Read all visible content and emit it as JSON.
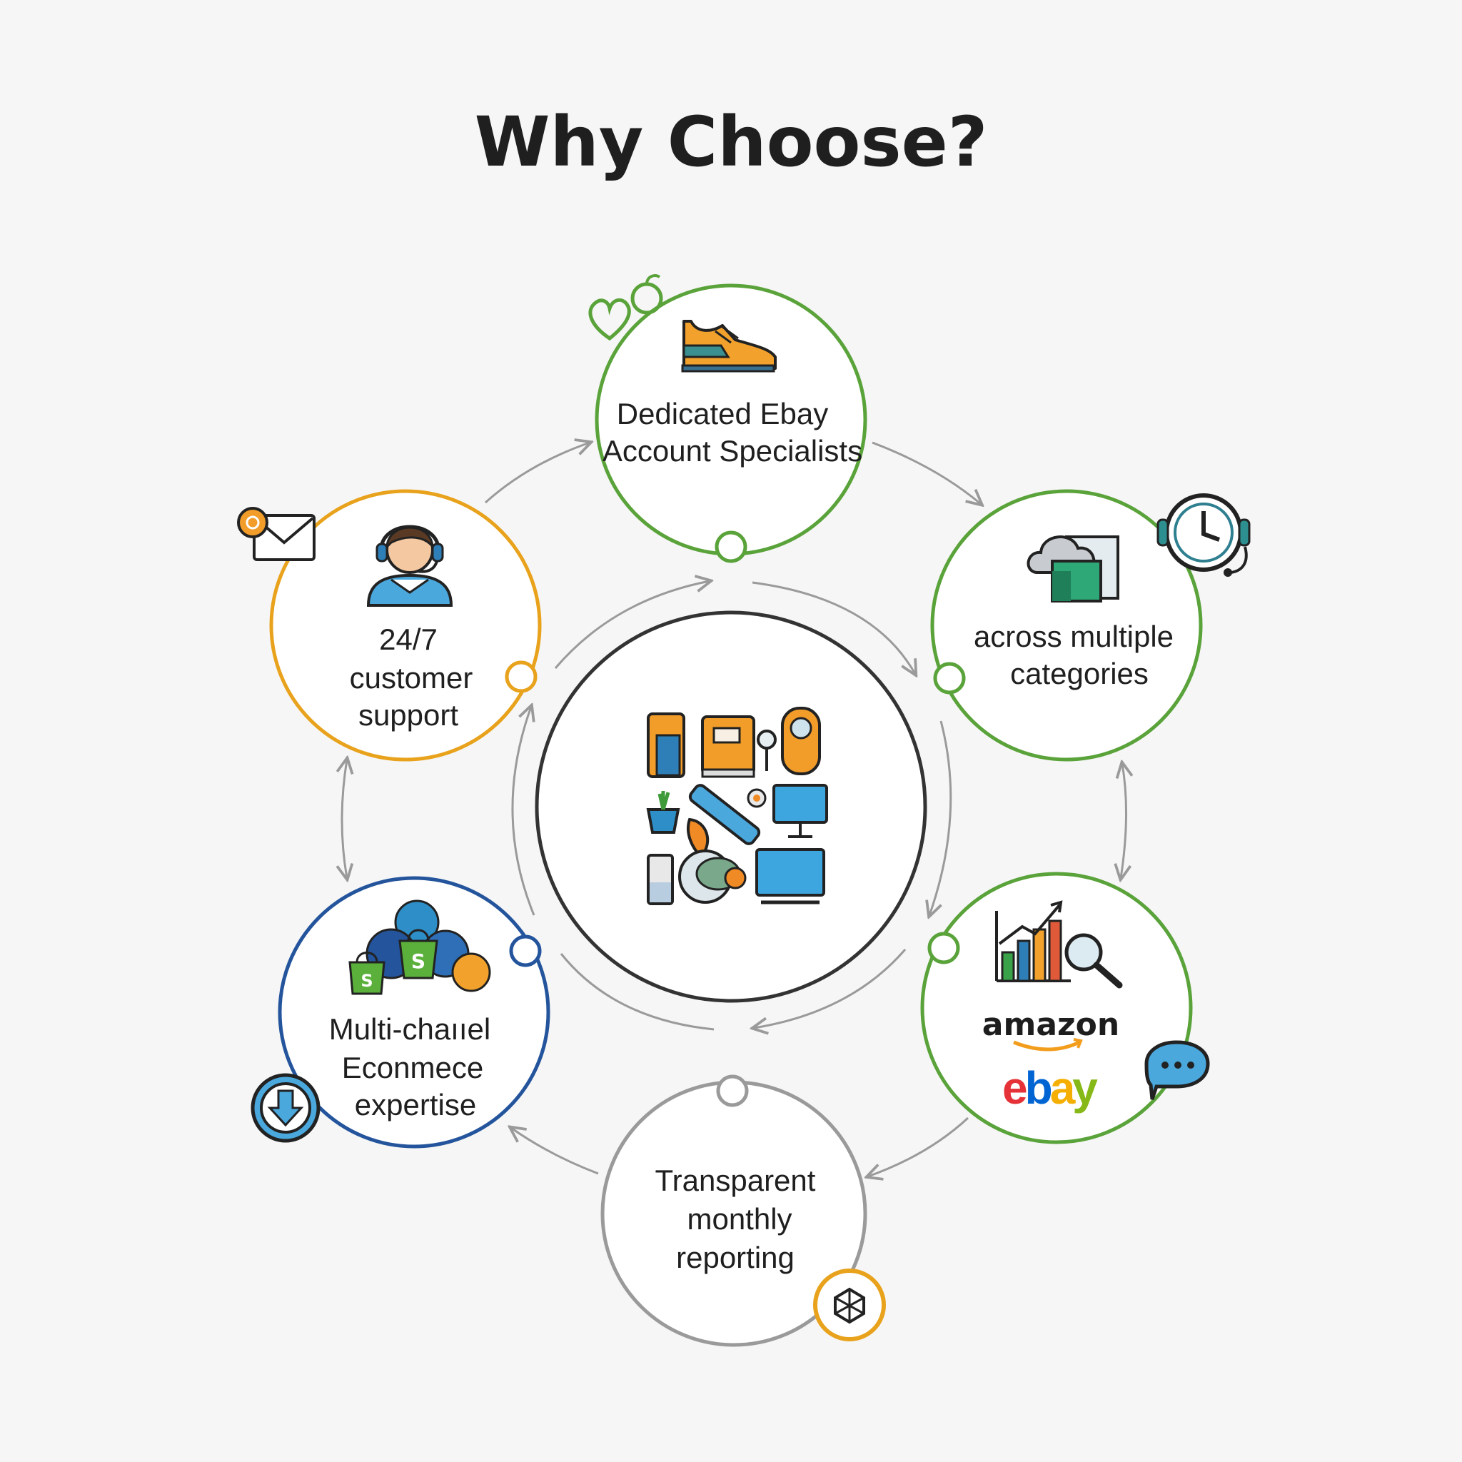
{
  "title": "Why Choose?",
  "colors": {
    "green": "#5aa33a",
    "orange": "#e8a21c",
    "navy": "#23549c",
    "gray": "#9a9a9a",
    "dark": "#333333"
  },
  "nodes": [
    {
      "id": "specialists",
      "lines": [
        "Dedicated Ebay",
        "Account Specialists"
      ],
      "color": "green",
      "icon": "sneaker-icon"
    },
    {
      "id": "categories",
      "lines": [
        "across multiple",
        "categories"
      ],
      "color": "green",
      "icon": "cloud-gallery-icon"
    },
    {
      "id": "marketplaces",
      "lines": [],
      "color": "green",
      "icon": "bar-chart-magnifier-icon",
      "brands": [
        "amazon",
        "ebay"
      ]
    },
    {
      "id": "reporting",
      "lines": [
        "Transparent",
        "monthly",
        "reporting"
      ],
      "color": "gray",
      "icon": ""
    },
    {
      "id": "multichannel",
      "lines": [
        "Multi-chaııel",
        "Econmece",
        "expertise"
      ],
      "color": "navy",
      "icon": "shopping-bags-icon"
    },
    {
      "id": "support",
      "lines": [
        "24/7",
        "customer",
        "support"
      ],
      "color": "orange",
      "icon": "headset-agent-icon"
    }
  ],
  "center": {
    "icon": "product-collage-icon"
  },
  "decor_icons": [
    "heart-apple-icon",
    "email-icon",
    "alarm-clock-icon",
    "chat-bubble-icon",
    "download-arrow-icon",
    "network-badge-icon"
  ]
}
